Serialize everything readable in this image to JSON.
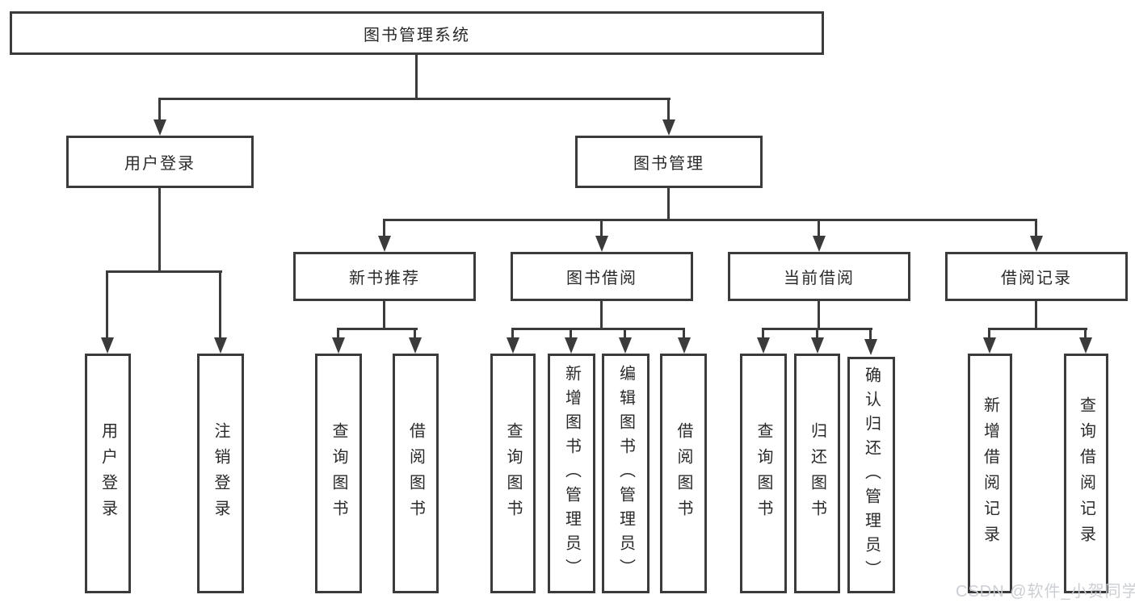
{
  "diagram_type": "hierarchy-tree",
  "colors": {
    "line": "#3b3b3b",
    "box_border": "#3b3b3b",
    "box_fill": "#ffffff",
    "text": "#2a2a2a",
    "watermark": "#c9ccd2"
  },
  "nodes": {
    "root": "图书管理系统",
    "l2": [
      "用户登录",
      "图书管理"
    ],
    "l3": [
      "新书推荐",
      "图书借阅",
      "当前借阅",
      "借阅记录"
    ],
    "l4": [
      "用户登录",
      "注销登录",
      "查询图书",
      "借阅图书",
      "查询图书",
      "新增图书（管理员）",
      "编辑图书（管理员）",
      "借阅图书",
      "查询图书",
      "归还图书",
      "确认归还（管理员）",
      "新增借阅记录",
      "查询借阅记录"
    ]
  },
  "watermark": "CSDN @软件_小贺同学"
}
